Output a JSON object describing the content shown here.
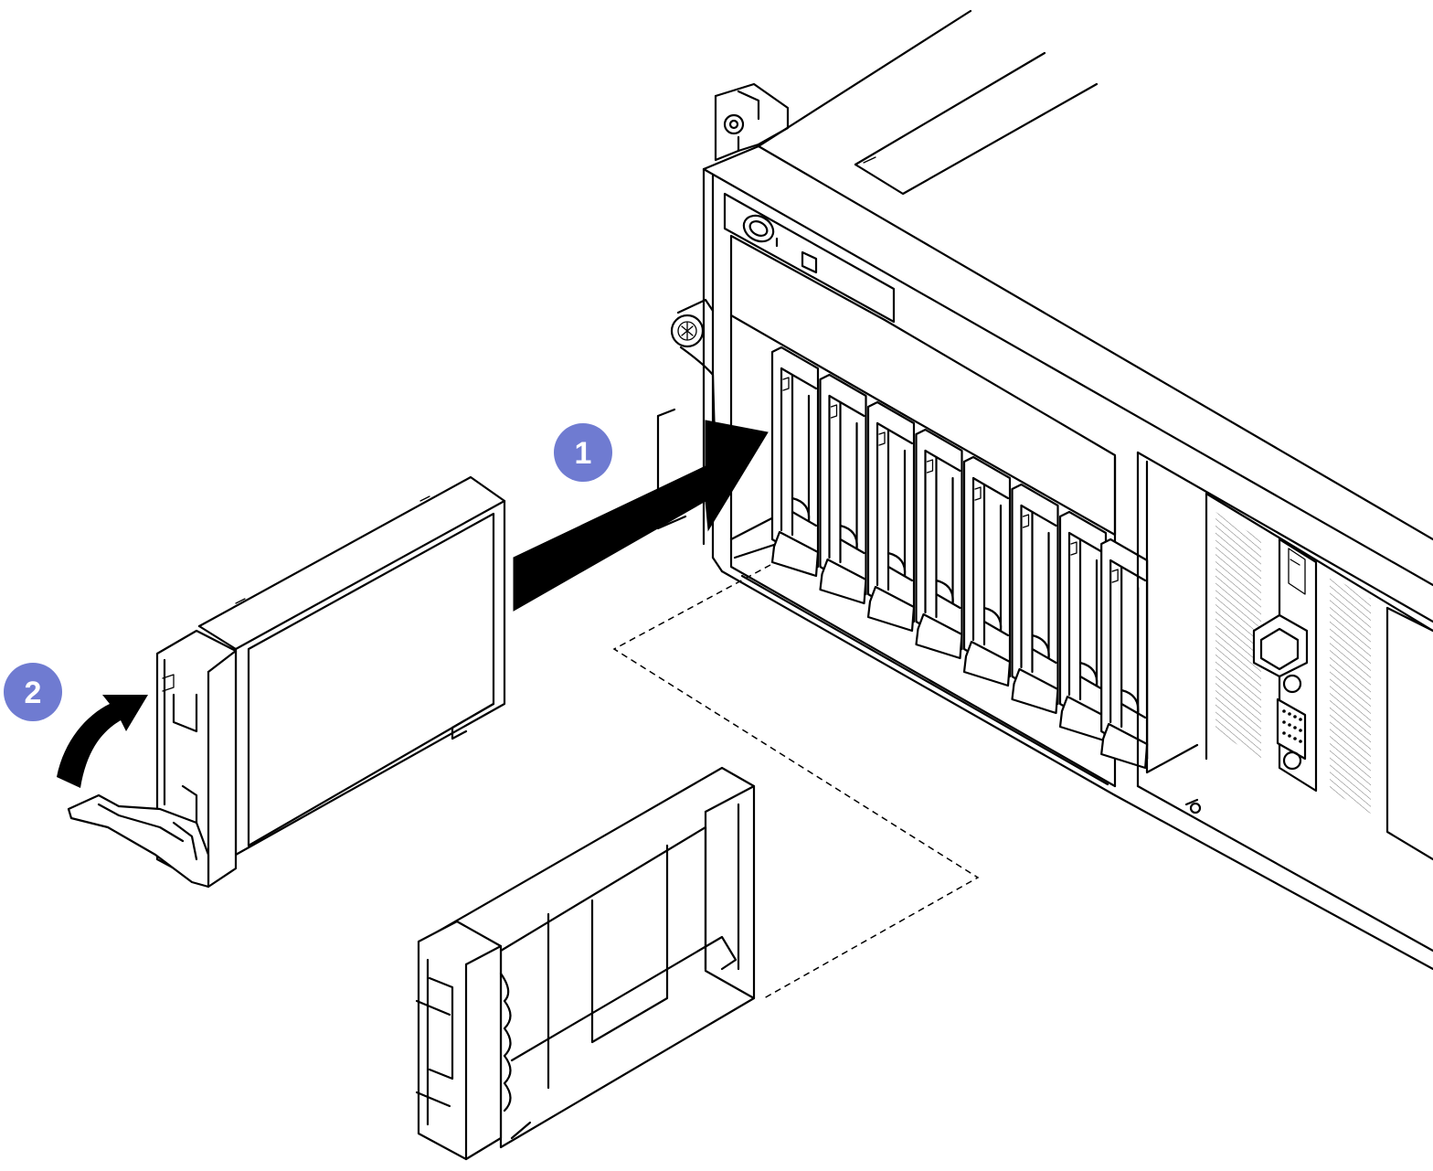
{
  "callouts": [
    {
      "label": "1"
    },
    {
      "label": "2"
    }
  ],
  "drive_bays": {
    "count": 8
  },
  "colors": {
    "callout_fill": "#6f7bd1",
    "callout_text": "#ffffff",
    "line": "#000000",
    "arrow": "#000000"
  },
  "icons": {
    "insert_arrow": "arrow-right-icon",
    "close_handle_arrow": "curved-arrow-icon",
    "power_button": "power-button-icon",
    "thumbscrew": "thumbscrew-icon"
  }
}
